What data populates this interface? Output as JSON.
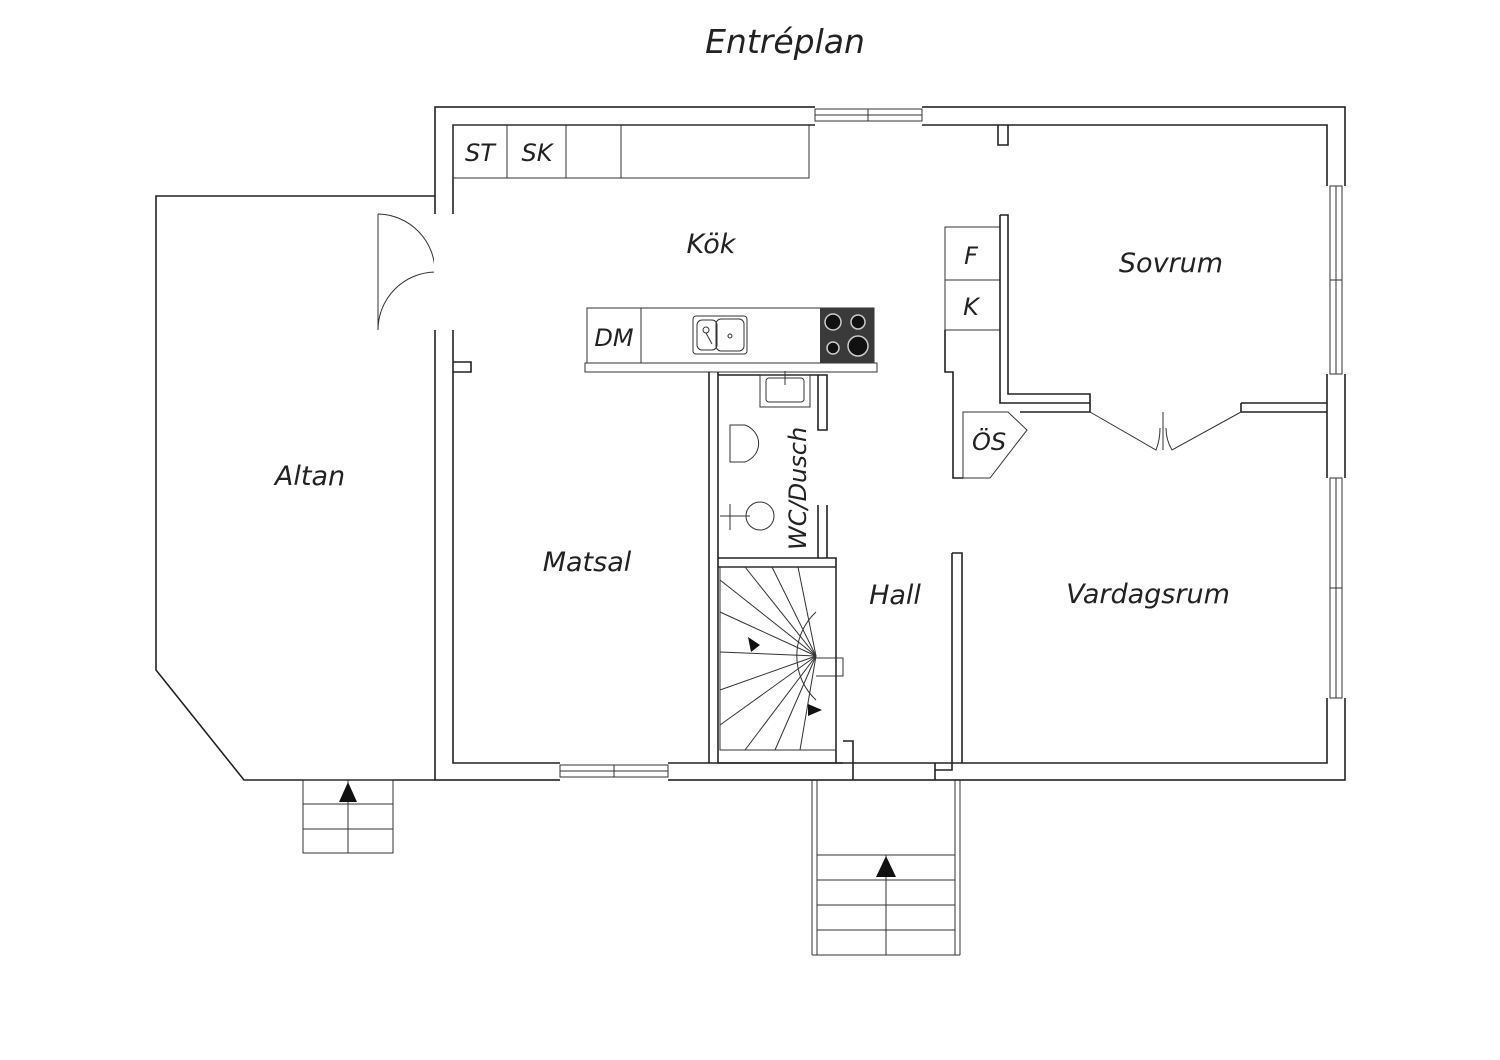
{
  "title": "Entréplan",
  "rooms": {
    "kok": "Kök",
    "sovrum": "Sovrum",
    "altan": "Altan",
    "matsal": "Matsal",
    "hall": "Hall",
    "vardagsrum": "Vardagsrum",
    "wc": "WC/Dusch"
  },
  "fixtures": {
    "st": "ST",
    "sk": "SK",
    "dm": "DM",
    "f": "F",
    "k": "K",
    "os": "ÖS"
  },
  "colors": {
    "line": "#222222",
    "background": "#ffffff",
    "stove": "#3a3a3a"
  }
}
